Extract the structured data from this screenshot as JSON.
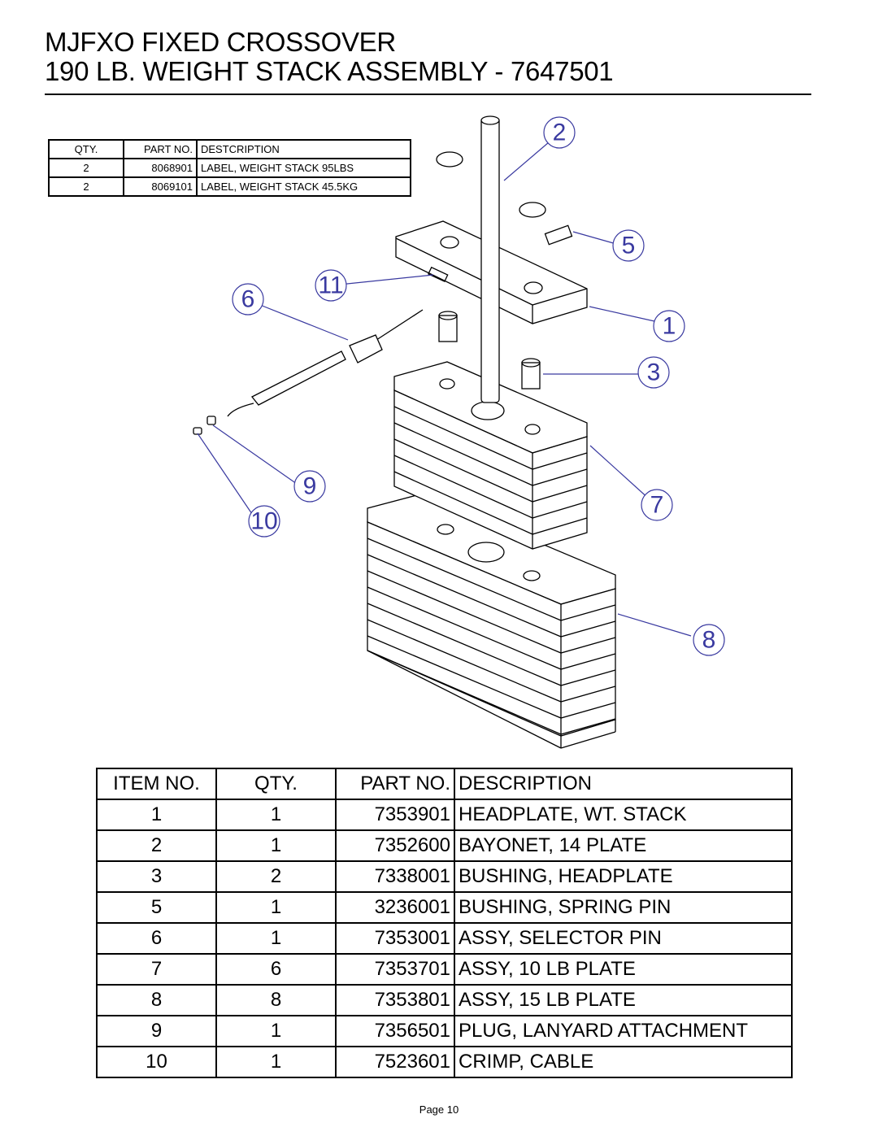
{
  "title": {
    "line1": "MJFXO FIXED CROSSOVER",
    "line2": "190 LB. WEIGHT STACK ASSEMBLY - 7647501"
  },
  "label_table": {
    "headers": [
      "QTY.",
      "PART NO.",
      "DESTCRIPTION"
    ],
    "rows": [
      [
        "2",
        "8068901",
        "LABEL, WEIGHT STACK 95LBS"
      ],
      [
        "2",
        "8069101",
        "LABEL, WEIGHT STACK 45.5KG"
      ]
    ]
  },
  "callouts": [
    "1",
    "2",
    "3",
    "5",
    "6",
    "7",
    "8",
    "9",
    "10",
    "11"
  ],
  "parts_table": {
    "headers": [
      "ITEM NO.",
      "QTY.",
      "PART NO.",
      "DESCRIPTION"
    ],
    "rows": [
      [
        "1",
        "1",
        "7353901",
        "HEADPLATE, WT. STACK"
      ],
      [
        "2",
        "1",
        "7352600",
        "BAYONET, 14 PLATE"
      ],
      [
        "3",
        "2",
        "7338001",
        "BUSHING, HEADPLATE"
      ],
      [
        "5",
        "1",
        "3236001",
        "BUSHING, SPRING PIN"
      ],
      [
        "6",
        "1",
        "7353001",
        "ASSY, SELECTOR PIN"
      ],
      [
        "7",
        "6",
        "7353701",
        "ASSY, 10 LB PLATE"
      ],
      [
        "8",
        "8",
        "7353801",
        "ASSY, 15 LB PLATE"
      ],
      [
        "9",
        "1",
        "7356501",
        "PLUG, LANYARD ATTACHMENT"
      ],
      [
        "10",
        "1",
        "7523601",
        "CRIMP, CABLE"
      ]
    ]
  },
  "footer": {
    "page_label": "Page 10"
  },
  "colors": {
    "callout": "#3a3aa0",
    "line": "#000000"
  }
}
